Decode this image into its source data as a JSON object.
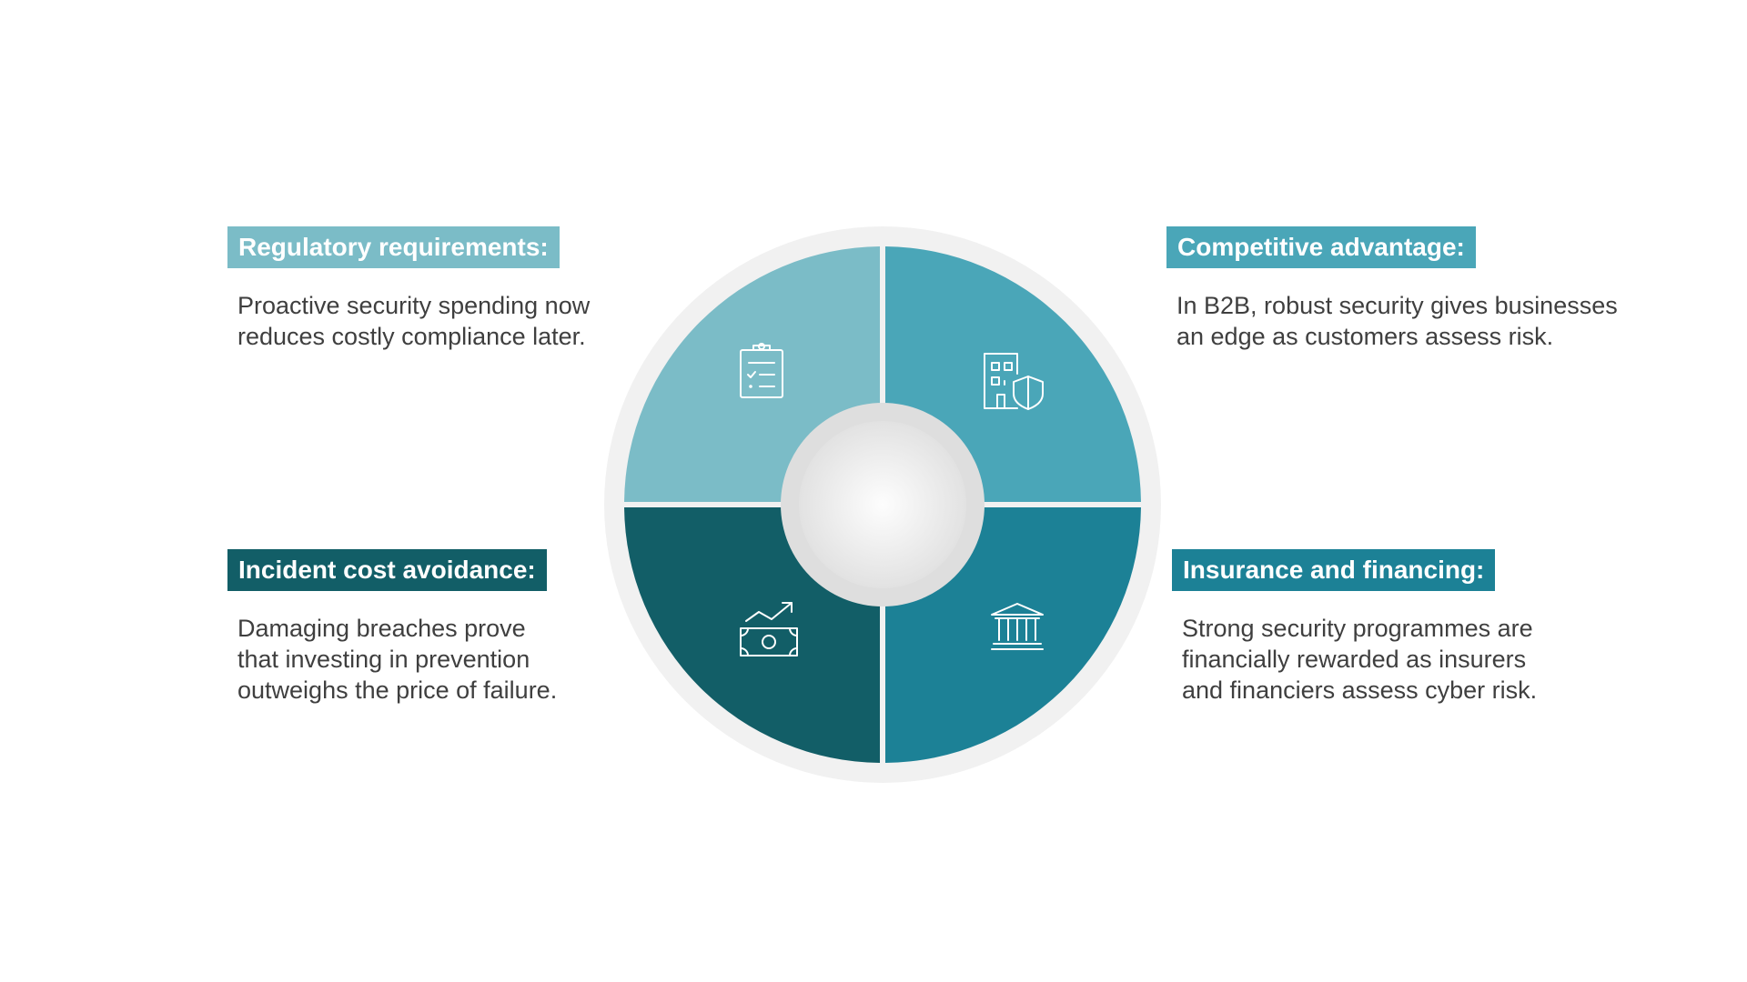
{
  "colors": {
    "regulatory": "#7bbcc7",
    "competitive": "#4aa6b8",
    "incident": "#125e67",
    "insurance": "#1c8196",
    "ring": "#f1f1f1",
    "hub": "#dedede",
    "icon": "#ffffff",
    "body_text": "#3f3f3f"
  },
  "quadrants": {
    "regulatory": {
      "heading": "Regulatory requirements:",
      "lines": [
        "Proactive security spending now",
        "reduces costly compliance later."
      ],
      "icon": "clipboard-checklist-icon"
    },
    "competitive": {
      "heading": "Competitive advantage:",
      "lines": [
        "In B2B, robust security gives businesses",
        "an edge as customers assess risk."
      ],
      "icon": "building-shield-icon"
    },
    "incident": {
      "heading": "Incident cost avoidance:",
      "lines": [
        "Damaging breaches prove",
        "that investing in prevention",
        "outweighs the price of failure."
      ],
      "icon": "money-trend-up-icon"
    },
    "insurance": {
      "heading": "Insurance and financing:",
      "lines": [
        "Strong security programmes are",
        "financially rewarded as insurers",
        "and financiers assess cyber risk."
      ],
      "icon": "bank-building-icon"
    }
  }
}
